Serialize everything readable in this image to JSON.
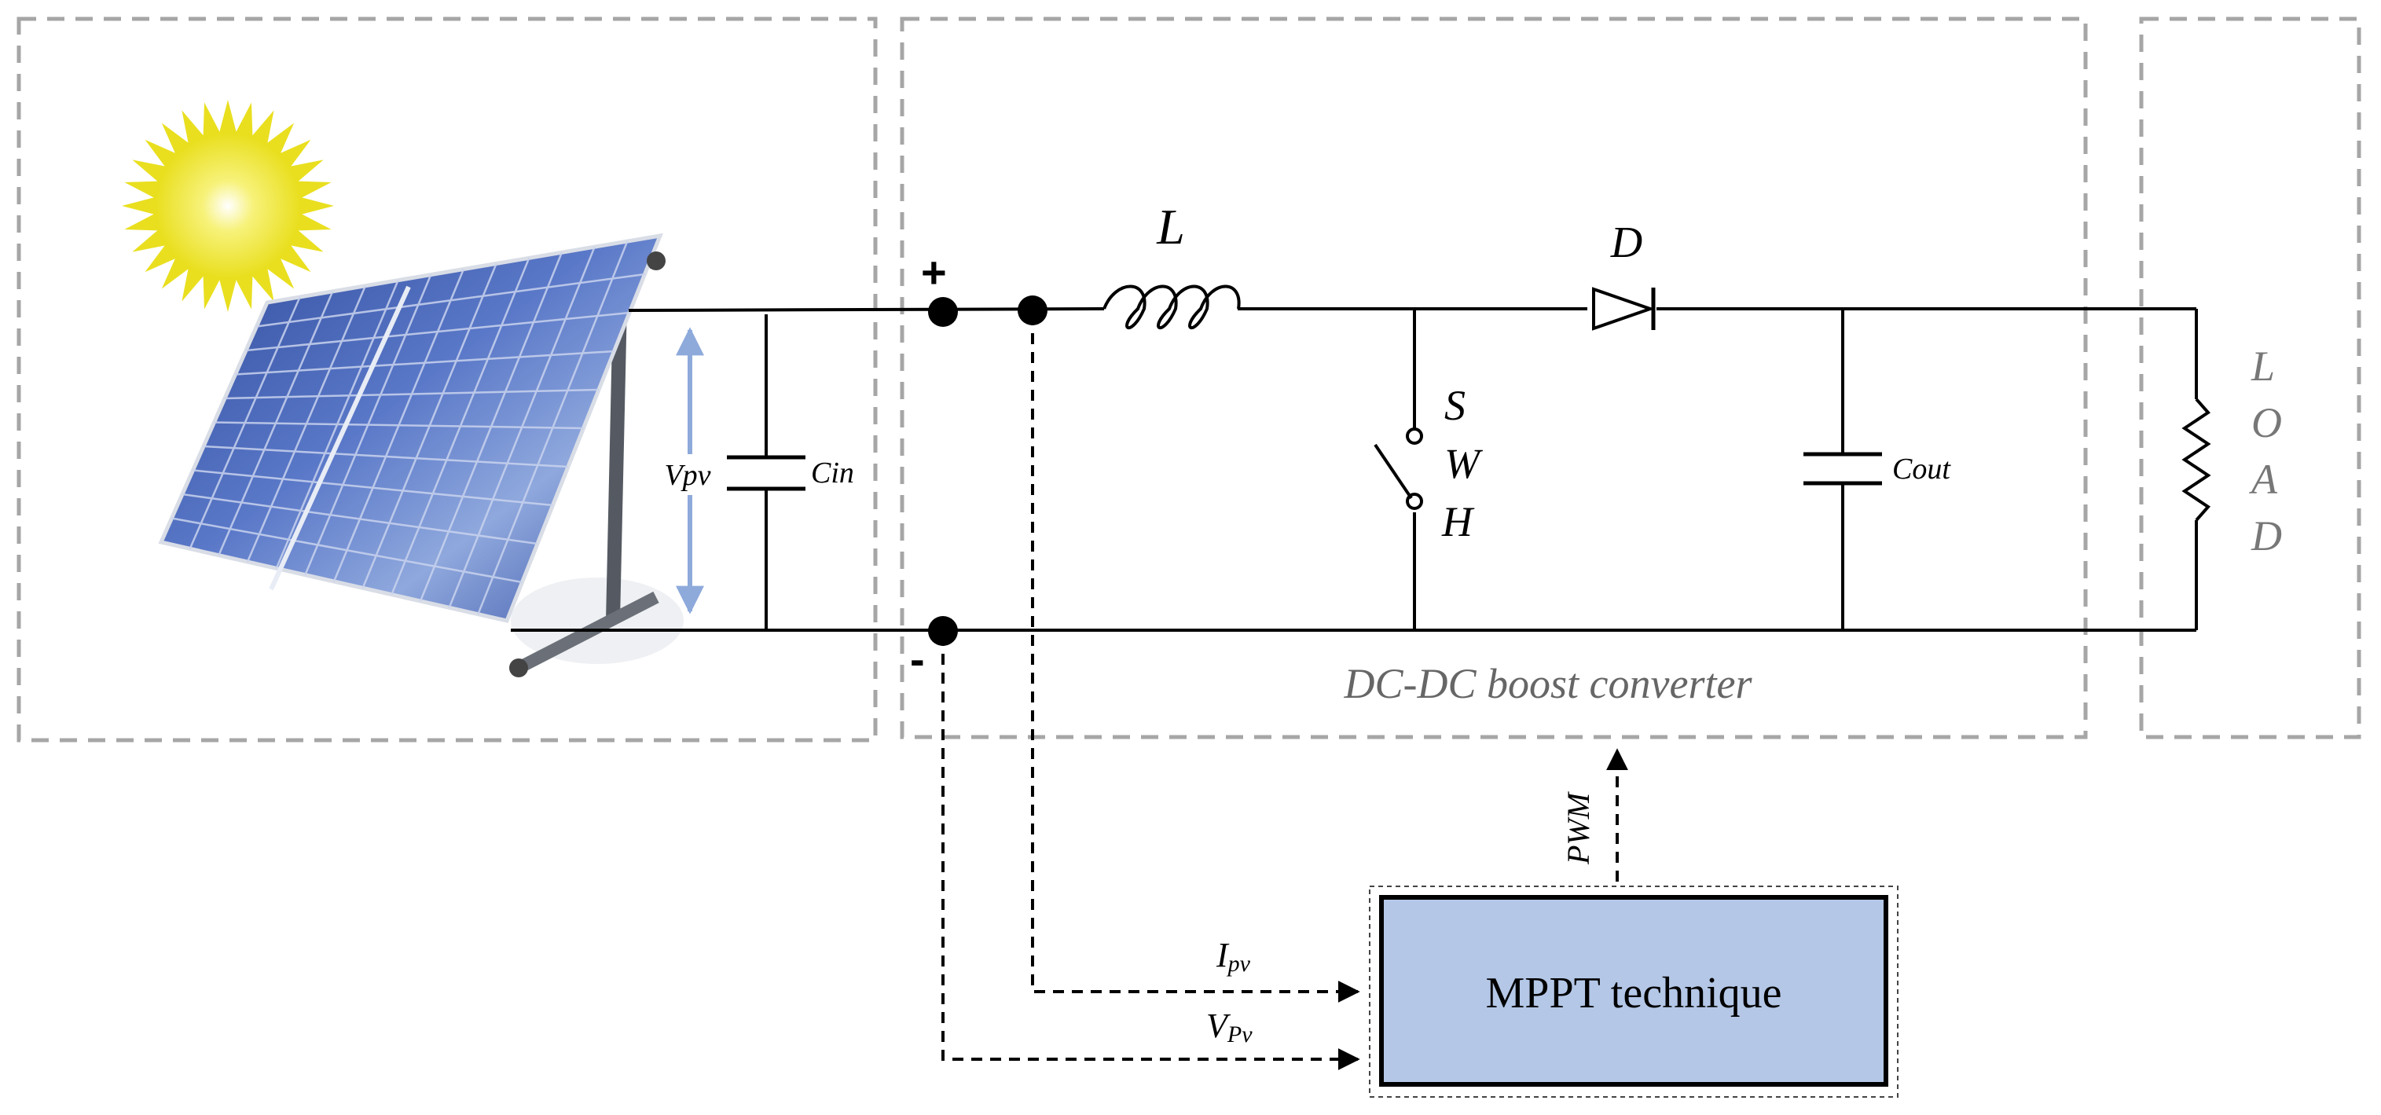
{
  "labels": {
    "plus": "+",
    "minus": "-",
    "inductor": "L",
    "diode": "D",
    "switch_s": "S",
    "switch_w": "W",
    "switch_h": "H",
    "cin": "Cin",
    "cout": "Cout",
    "vpv_arrow": "Vpv",
    "load_l": "L",
    "load_o": "O",
    "load_a": "A",
    "load_d": "D",
    "converter_caption": "DC-DC boost converter",
    "pwm": "PWM",
    "ipv_main": "I",
    "ipv_sub": "pv",
    "vpv_main": "V",
    "vpv_sub": "Pv",
    "mppt": "MPPT technique"
  },
  "colors": {
    "box_border": "#a6a6a6",
    "wire": "#000000",
    "arrow_blue": "#8eaadb",
    "mppt_fill": "#b4c7e7",
    "panel_blue": "#3f5aa8",
    "sun_yellow": "#f2ea3a",
    "caption_gray": "#666666"
  },
  "icons": {
    "sun": "sun-icon",
    "solar_panel": "solar-panel-icon"
  }
}
